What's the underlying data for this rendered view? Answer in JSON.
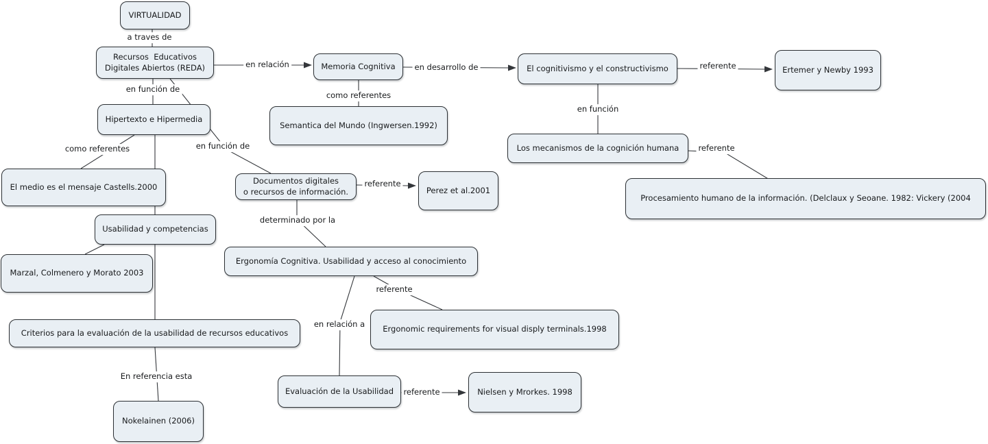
{
  "colors": {
    "background": "#ffffff",
    "node_fill": "#e9eff4",
    "node_border": "#2b2f33",
    "line": "#34373b",
    "text": "#17191b"
  },
  "nodes": {
    "virtualidad": "VIRTUALIDAD",
    "reda": "Recursos  Educativos\nDigitales Abiertos (REDA)",
    "memoria": "Memoria Cognitiva",
    "cognitivismo": "El cognitivismo y el constructivismo",
    "ertemer": "Ertemer y Newby 1993",
    "hipertexto": "Hipertexto e Hipermedia",
    "semantica": "Semantica del Mundo (Ingwersen.1992)",
    "mecanismos": "Los mecanismos de la cognición humana",
    "medio": "El medio es el mensaje Castells.2000",
    "documentos": "Documentos digitales\no recursos de información.",
    "perez": "Perez et al.2001",
    "procesamiento": "Procesamiento humano de la información. (Delclaux y Seoane. 1982: Vickery (2004",
    "usabilidad": "Usabilidad y competencias",
    "marzal": "Marzal, Colmenero y Morato 2003",
    "ergonomia": "Ergonomía Cognitiva. Usabilidad y acceso al conocimiento",
    "criterios": "Criterios para la evaluación de la usabilidad de recursos educativos",
    "ergonomic": "Ergonomic requirements for visual disply terminals.1998",
    "evaluacion": "Evaluación de la Usabilidad",
    "nielsen": "Nielsen y Mrorkes. 1998",
    "nokelainen": "Nokelainen (2006)"
  },
  "labels": {
    "a_traves_de": "a traves de",
    "en_relacion": "en relación",
    "en_desarrollo_de": "en desarrollo de",
    "referente_ertemer": "referente",
    "en_funcion_de_hipertexto": "en función de",
    "como_referentes_semantica": "como referentes",
    "en_funcion": "en función",
    "como_referentes_medio": "como referentes",
    "en_funcion_de_documentos": "en función de",
    "referente_mecanismos": "referente",
    "referente_perez": "referente",
    "determinado_por_la": "determinado por la",
    "referente_ergonomic": "referente",
    "en_relacion_a": "en relación a",
    "en_referencia_esta": "En referencia esta",
    "referente_nielsen": "referente"
  }
}
